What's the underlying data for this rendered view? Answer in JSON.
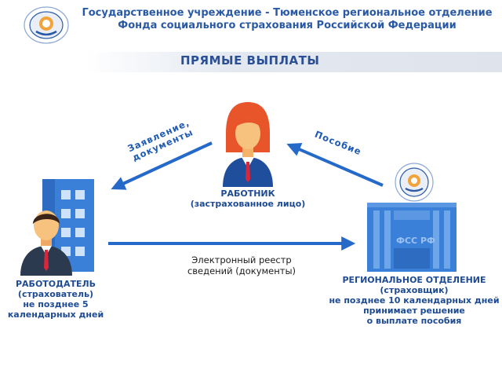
{
  "header": {
    "line1": "Государственное учреждение - Тюменское региональное отделение",
    "line2": "Фонда социального страхования Российской Федерации"
  },
  "title": "ПРЯМЫЕ ВЫПЛАТЫ",
  "employee": {
    "line1": "РАБОТНИК",
    "line2": "(застрахованное лицо)"
  },
  "employer": {
    "line1": "РАБОТОДАТЕЛЬ",
    "line2": "(страхователь)",
    "line3": "не позднее 5",
    "line4": "календарных дней"
  },
  "regional": {
    "line1": "РЕГИОНАЛЬНОЕ ОТДЕЛЕНИЕ",
    "line2": "(страховщик)",
    "line3": "не позднее 10 календарных дней",
    "line4": "принимает решение",
    "line5": "о выплате пособия",
    "building_label": "ФСС РФ"
  },
  "arrows": {
    "application_line1": "Заявление,",
    "application_line2": "документы",
    "benefit": "Пособие",
    "registry_line1": "Электронный реестр",
    "registry_line2": "сведений (документы)"
  },
  "colors": {
    "header_text": "#2a5aa5",
    "arrow": "#2569c9",
    "building_blue": "#3a7fd8",
    "person_suit": "#1f4f9c"
  }
}
